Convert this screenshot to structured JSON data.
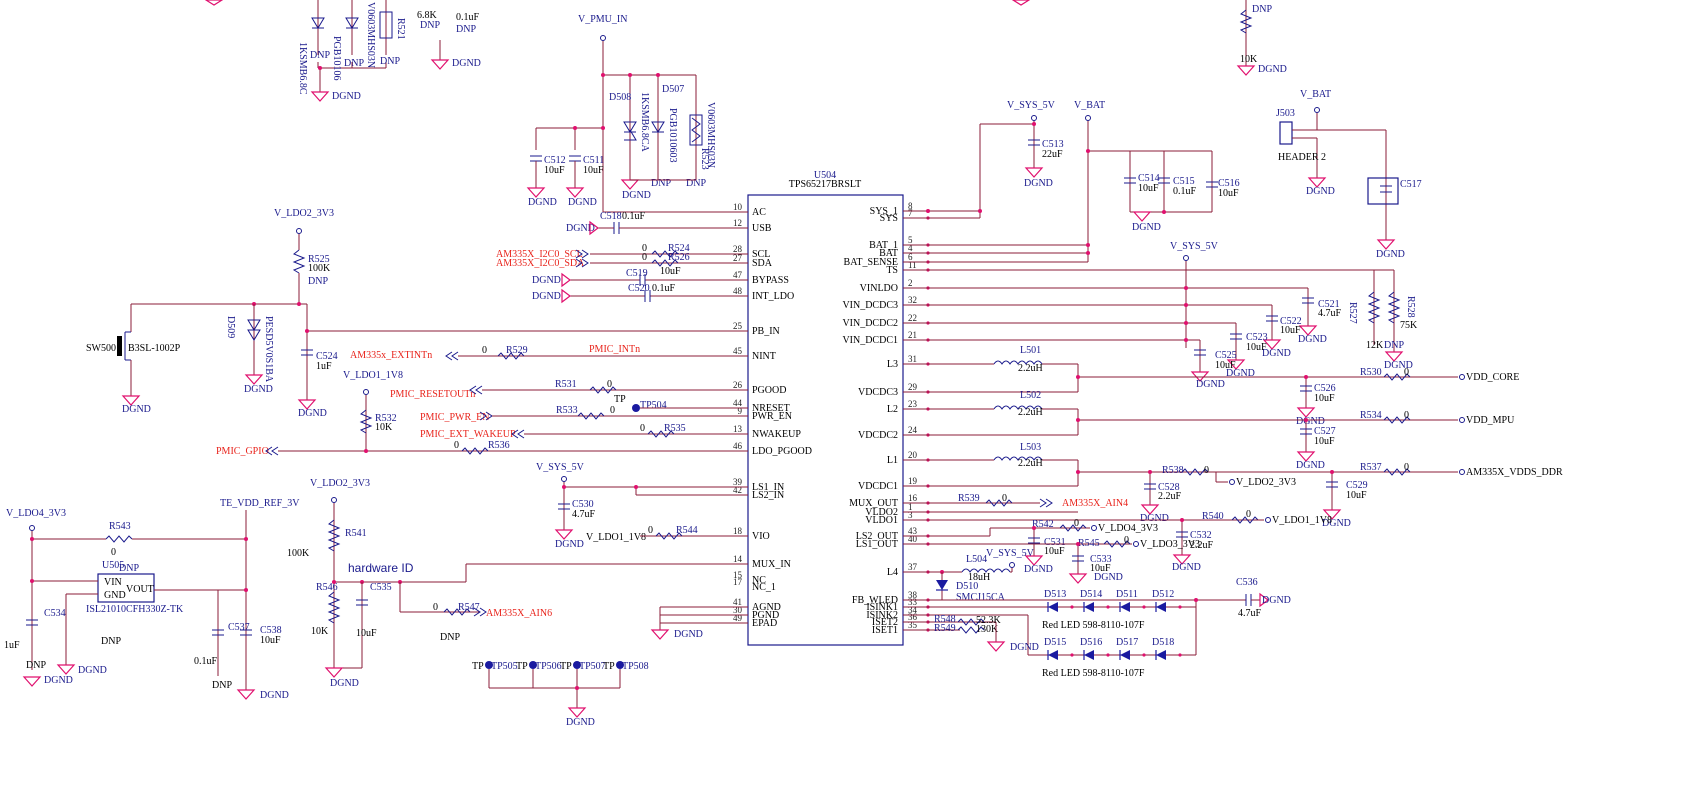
{
  "ic": {
    "refdes": "U504",
    "part": "TPS65217BRSLT",
    "left_pins": [
      {
        "num": "10",
        "name": "AC"
      },
      {
        "num": "12",
        "name": "USB"
      },
      {
        "num": "28",
        "name": "SCL"
      },
      {
        "num": "27",
        "name": "SDA"
      },
      {
        "num": "47",
        "name": "BYPASS"
      },
      {
        "num": "48",
        "name": "INT_LDO"
      },
      {
        "num": "25",
        "name": "PB_IN"
      },
      {
        "num": "45",
        "name": "NINT"
      },
      {
        "num": "26",
        "name": "PGOOD"
      },
      {
        "num": "44",
        "name": "NRESET"
      },
      {
        "num": "9",
        "name": "PWR_EN"
      },
      {
        "num": "13",
        "name": "NWAKEUP"
      },
      {
        "num": "46",
        "name": "LDO_PGOOD"
      },
      {
        "num": "39",
        "name": "LS1_IN"
      },
      {
        "num": "42",
        "name": "LS2_IN"
      },
      {
        "num": "18",
        "name": "VIO"
      },
      {
        "num": "14",
        "name": "MUX_IN"
      },
      {
        "num": "15",
        "name": "NC"
      },
      {
        "num": "17",
        "name": "NC_1"
      },
      {
        "num": "41",
        "name": "AGND"
      },
      {
        "num": "30",
        "name": "PGND"
      },
      {
        "num": "49",
        "name": "EPAD"
      }
    ],
    "right_pins": [
      {
        "num": "8",
        "name": "SYS_1"
      },
      {
        "num": "7",
        "name": "SYS"
      },
      {
        "num": "5",
        "name": "BAT_1"
      },
      {
        "num": "4",
        "name": "BAT"
      },
      {
        "num": "6",
        "name": "BAT_SENSE"
      },
      {
        "num": "11",
        "name": "TS"
      },
      {
        "num": "2",
        "name": "VINLDO"
      },
      {
        "num": "32",
        "name": "VIN_DCDC3"
      },
      {
        "num": "22",
        "name": "VIN_DCDC2"
      },
      {
        "num": "21",
        "name": "VIN_DCDC1"
      },
      {
        "num": "31",
        "name": "L3"
      },
      {
        "num": "29",
        "name": "VDCDC3"
      },
      {
        "num": "23",
        "name": "L2"
      },
      {
        "num": "24",
        "name": "VDCDC2"
      },
      {
        "num": "20",
        "name": "L1"
      },
      {
        "num": "19",
        "name": "VDCDC1"
      },
      {
        "num": "16",
        "name": "MUX_OUT"
      },
      {
        "num": "1",
        "name": "VLDO2"
      },
      {
        "num": "3",
        "name": "VLDO1"
      },
      {
        "num": "43",
        "name": "LS2_OUT"
      },
      {
        "num": "40",
        "name": "LS1_OUT"
      },
      {
        "num": "37",
        "name": "L4"
      },
      {
        "num": "38",
        "name": "FB_WLED"
      },
      {
        "num": "33",
        "name": "ISINK1"
      },
      {
        "num": "34",
        "name": "ISINK2"
      },
      {
        "num": "36",
        "name": "ISET2"
      },
      {
        "num": "35",
        "name": "ISET1"
      }
    ]
  },
  "nets": {
    "v_pmu_in": "V_PMU_IN",
    "v_sys_5v": "V_SYS_5V",
    "v_bat": "V_BAT",
    "v_ldo2": "V_LDO2_3V3",
    "v_ldo1": "V_LDO1_1V8",
    "v_ldo4": "V_LDO4_3V3",
    "v_ldo3": "V_LDO3_3V3",
    "te_ref": "TE_VDD_REF_3V",
    "dgnd": "DGND",
    "vdd_core": "VDD_CORE",
    "vdd_mpu": "VDD_MPU",
    "vdds_ddr": "AM335X_VDDS_DDR"
  },
  "signals": {
    "scl": "AM335X_I2C0_SCL",
    "sda": "AM335X_I2C0_SDA",
    "extint": "AM335x_EXTINTn",
    "pmic_int": "PMIC_INTn",
    "reset": "PMIC_RESETOUTn",
    "pwr_en": "PMIC_PWR_EN",
    "wakeup": "PMIC_EXT_WAKEUP",
    "gpio": "PMIC_GPIO",
    "ain4": "AM335X_AIN4",
    "ain6": "AM335X_AIN6"
  },
  "labels": {
    "hardware_id": "hardware ID",
    "dnp": "DNP",
    "tp": "TP",
    "header": "HEADER 2",
    "sw_part": "B3SL-1002P",
    "u505_part": "ISL21010CFH330Z-TK",
    "d510_part": "SMCJ15CA",
    "led": "Red LED 598-8110-107F",
    "pin_vin": "VIN",
    "pin_gnd": "GND",
    "pin_vout": "VOUT"
  },
  "parts": {
    "r525": "R525",
    "r525v": "100K",
    "r529": "R529",
    "r531": "R531",
    "r533": "R533",
    "r535": "R535",
    "r536": "R536",
    "r532": "R532",
    "r532v": "10K",
    "r524": "R524",
    "r526": "R526",
    "r543": "R543",
    "r541": "R541",
    "r541v": "100K",
    "r546": "R546",
    "r546v": "10K",
    "r547": "R547",
    "r544": "R544",
    "r527": "R527",
    "r527v": "12K",
    "r528": "R528",
    "r528v": "75K",
    "r530": "R530",
    "r534": "R534",
    "r537": "R537",
    "r538": "R538",
    "r539": "R539",
    "r542": "R542",
    "r545": "R545",
    "r540": "R540",
    "r548": "R548",
    "r548v": "52.3K",
    "r549": "R549",
    "r549v": "130K",
    "r523": "R523",
    "r521": "R521",
    "r_top": "6.8K",
    "r_top2": "10K",
    "zero": "0",
    "c512": "C512",
    "c511": "C511",
    "c518": "C518",
    "c519": "C519",
    "c520": "C520",
    "c524": "C524",
    "c530": "C530",
    "c535": "C535",
    "c534": "C534",
    "c537": "C537",
    "c538": "C538",
    "c513": "C513",
    "c514": "C514",
    "c515": "C515",
    "c516": "C516",
    "c517": "C517",
    "c521": "C521",
    "c522": "C522",
    "c523": "C523",
    "c525": "C525",
    "c526": "C526",
    "c527": "C527",
    "c528": "C528",
    "c529": "C529",
    "c531": "C531",
    "c532": "C532",
    "c533": "C533",
    "c536": "C536",
    "v10u": "10uF",
    "v01u": "0.1uF",
    "v47u": "4.7uF",
    "v22u": "22uF",
    "v1u": "1uF",
    "v22n": "2.2uF",
    "v_top": "0.1uF",
    "l501": "L501",
    "l502": "L502",
    "l503": "L503",
    "l504": "L504",
    "l22u": "2.2uH",
    "l18u": "18uH",
    "d508": "D508",
    "d507": "D507",
    "d509": "D509",
    "d510": "D510",
    "d513": "D513",
    "d514": "D514",
    "d511": "D511",
    "d512": "D512",
    "d515": "D515",
    "d516": "D516",
    "d517": "D517",
    "d518": "D518",
    "d508p": "1KSMB6.8CA",
    "d507p": "PGB1010603",
    "r523p": "V0603MHS03N",
    "d509p": "PESD5V0S1BA",
    "d_top1": "1KSMB6.8C",
    "d_top2": "PGB10106",
    "d_top3": "V0603MHS03N",
    "sw500": "SW500",
    "u505": "U505",
    "j503": "J503",
    "tp504": "TP504",
    "tp505": "TP505",
    "tp506": "TP506",
    "tp507": "TP507",
    "tp508": "TP508"
  }
}
